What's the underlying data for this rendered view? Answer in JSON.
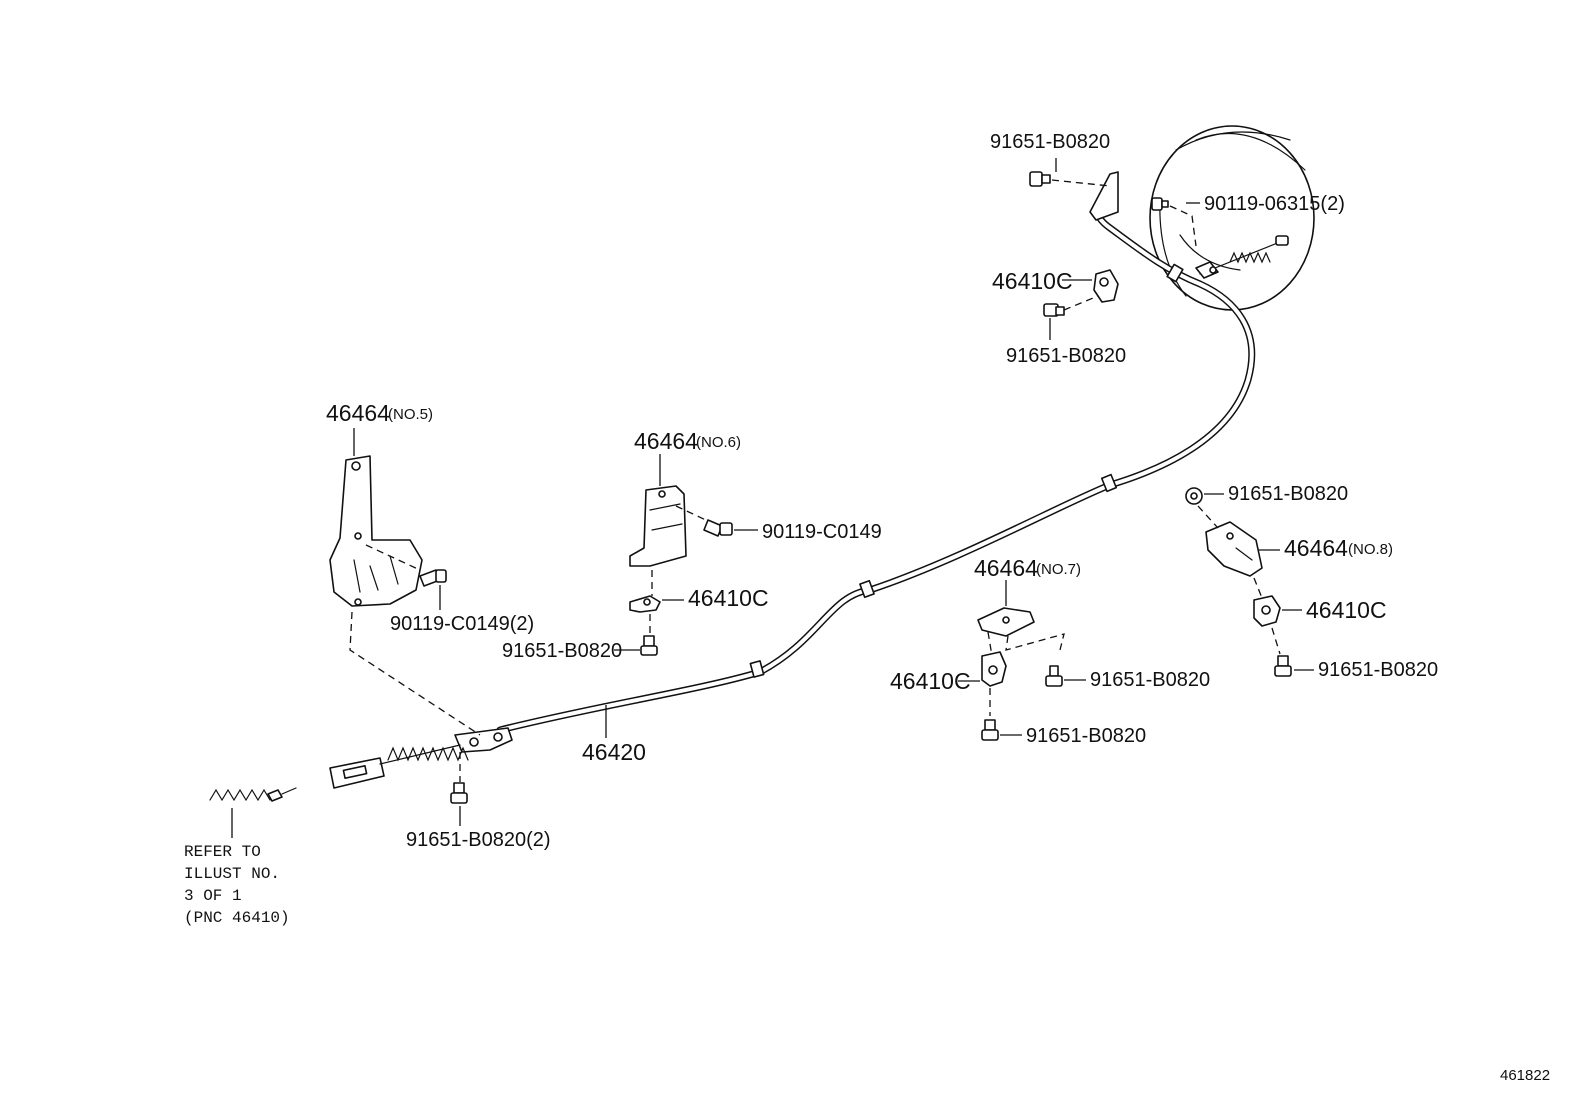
{
  "labels": {
    "bolt_top": "91651-B0820",
    "screw_drum": "90119-06315(2)",
    "clamp_top": "46410C",
    "bolt_top2": "91651-B0820",
    "bracket_no5_num": "46464",
    "bracket_no5_sfx": "(NO.5)",
    "screw_no5": "90119-C0149(2)",
    "bracket_no6_num": "46464",
    "bracket_no6_sfx": "(NO.6)",
    "screw_no6": "90119-C0149",
    "clamp_no6": "46410C",
    "bolt_no6": "91651-B0820",
    "cable": "46420",
    "bolt_front": "91651-B0820(2)",
    "bracket_no7_num": "46464",
    "bracket_no7_sfx": "(NO.7)",
    "clamp_no7": "46410C",
    "bolt_no7a": "91651-B0820",
    "bolt_no7b": "91651-B0820",
    "bolt_no8_top": "91651-B0820",
    "bracket_no8_num": "46464",
    "bracket_no8_sfx": "(NO.8)",
    "clamp_no8": "46410C",
    "bolt_no8": "91651-B0820"
  },
  "reference_note": {
    "line1": "REFER TO",
    "line2": "ILLUST NO.",
    "line3": "3 OF 1",
    "line4": "(PNC 46410)"
  },
  "figure_id": "461822"
}
